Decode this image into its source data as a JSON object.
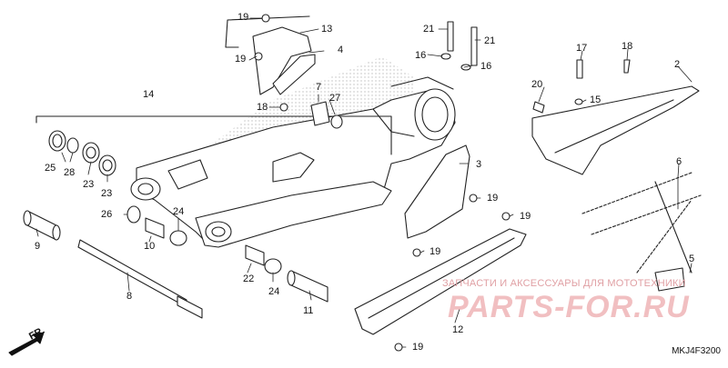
{
  "diagram_code": "MKJ4F3200",
  "direction_label": "FR.",
  "watermark": {
    "line1": "ЗАПЧАСТИ И АКСЕССУАРЫ ДЛЯ МОТОТЕХНИКИ",
    "line2": "PARTS-FOR.RU"
  },
  "callouts": {
    "c19a": "19",
    "c13": "13",
    "c4": "4",
    "c19b": "19",
    "c21a": "21",
    "c21b": "21",
    "c16a": "16",
    "c16b": "16",
    "c17": "17",
    "c18a": "18",
    "c2": "2",
    "c20": "20",
    "c15": "15",
    "c14": "14",
    "c7": "7",
    "c27": "27",
    "c18b": "18",
    "c3": "3",
    "c19c": "19",
    "c19d": "19",
    "c19e": "19",
    "c19f": "19",
    "c6": "6",
    "c5": "5",
    "c25": "25",
    "c28": "28",
    "c23a": "23",
    "c23b": "23",
    "c26": "26",
    "c24a": "24",
    "c10": "10",
    "c9": "9",
    "c8": "8",
    "c22": "22",
    "c24b": "24",
    "c11": "11",
    "c12": "12"
  }
}
